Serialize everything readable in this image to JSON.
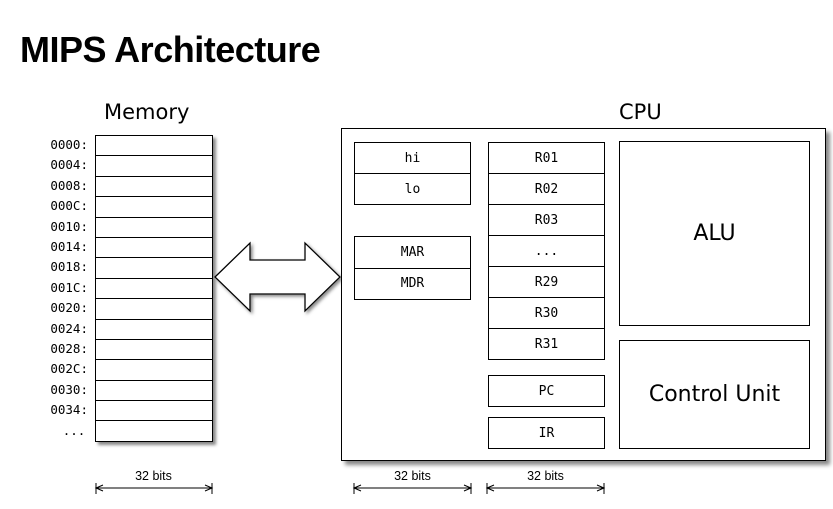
{
  "title": "MIPS Architecture",
  "memory": {
    "label": "Memory",
    "addresses": [
      "0000:",
      "0004:",
      "0008:",
      "000C:",
      "0010:",
      "0014:",
      "0018:",
      "001C:",
      "0020:",
      "0024:",
      "0028:",
      "002C:",
      "0030:",
      "0034:",
      "..."
    ],
    "width_label": "32 bits"
  },
  "cpu": {
    "label": "CPU",
    "hi_lo": [
      "hi",
      "lo"
    ],
    "mar_mdr": [
      "MAR",
      "MDR"
    ],
    "registers": [
      "R01",
      "R02",
      "R03",
      "...",
      "R29",
      "R30",
      "R31"
    ],
    "pc": "PC",
    "ir": "IR",
    "alu": "ALU",
    "control_unit": "Control Unit",
    "width_label_left": "32 bits",
    "width_label_right": "32 bits"
  }
}
